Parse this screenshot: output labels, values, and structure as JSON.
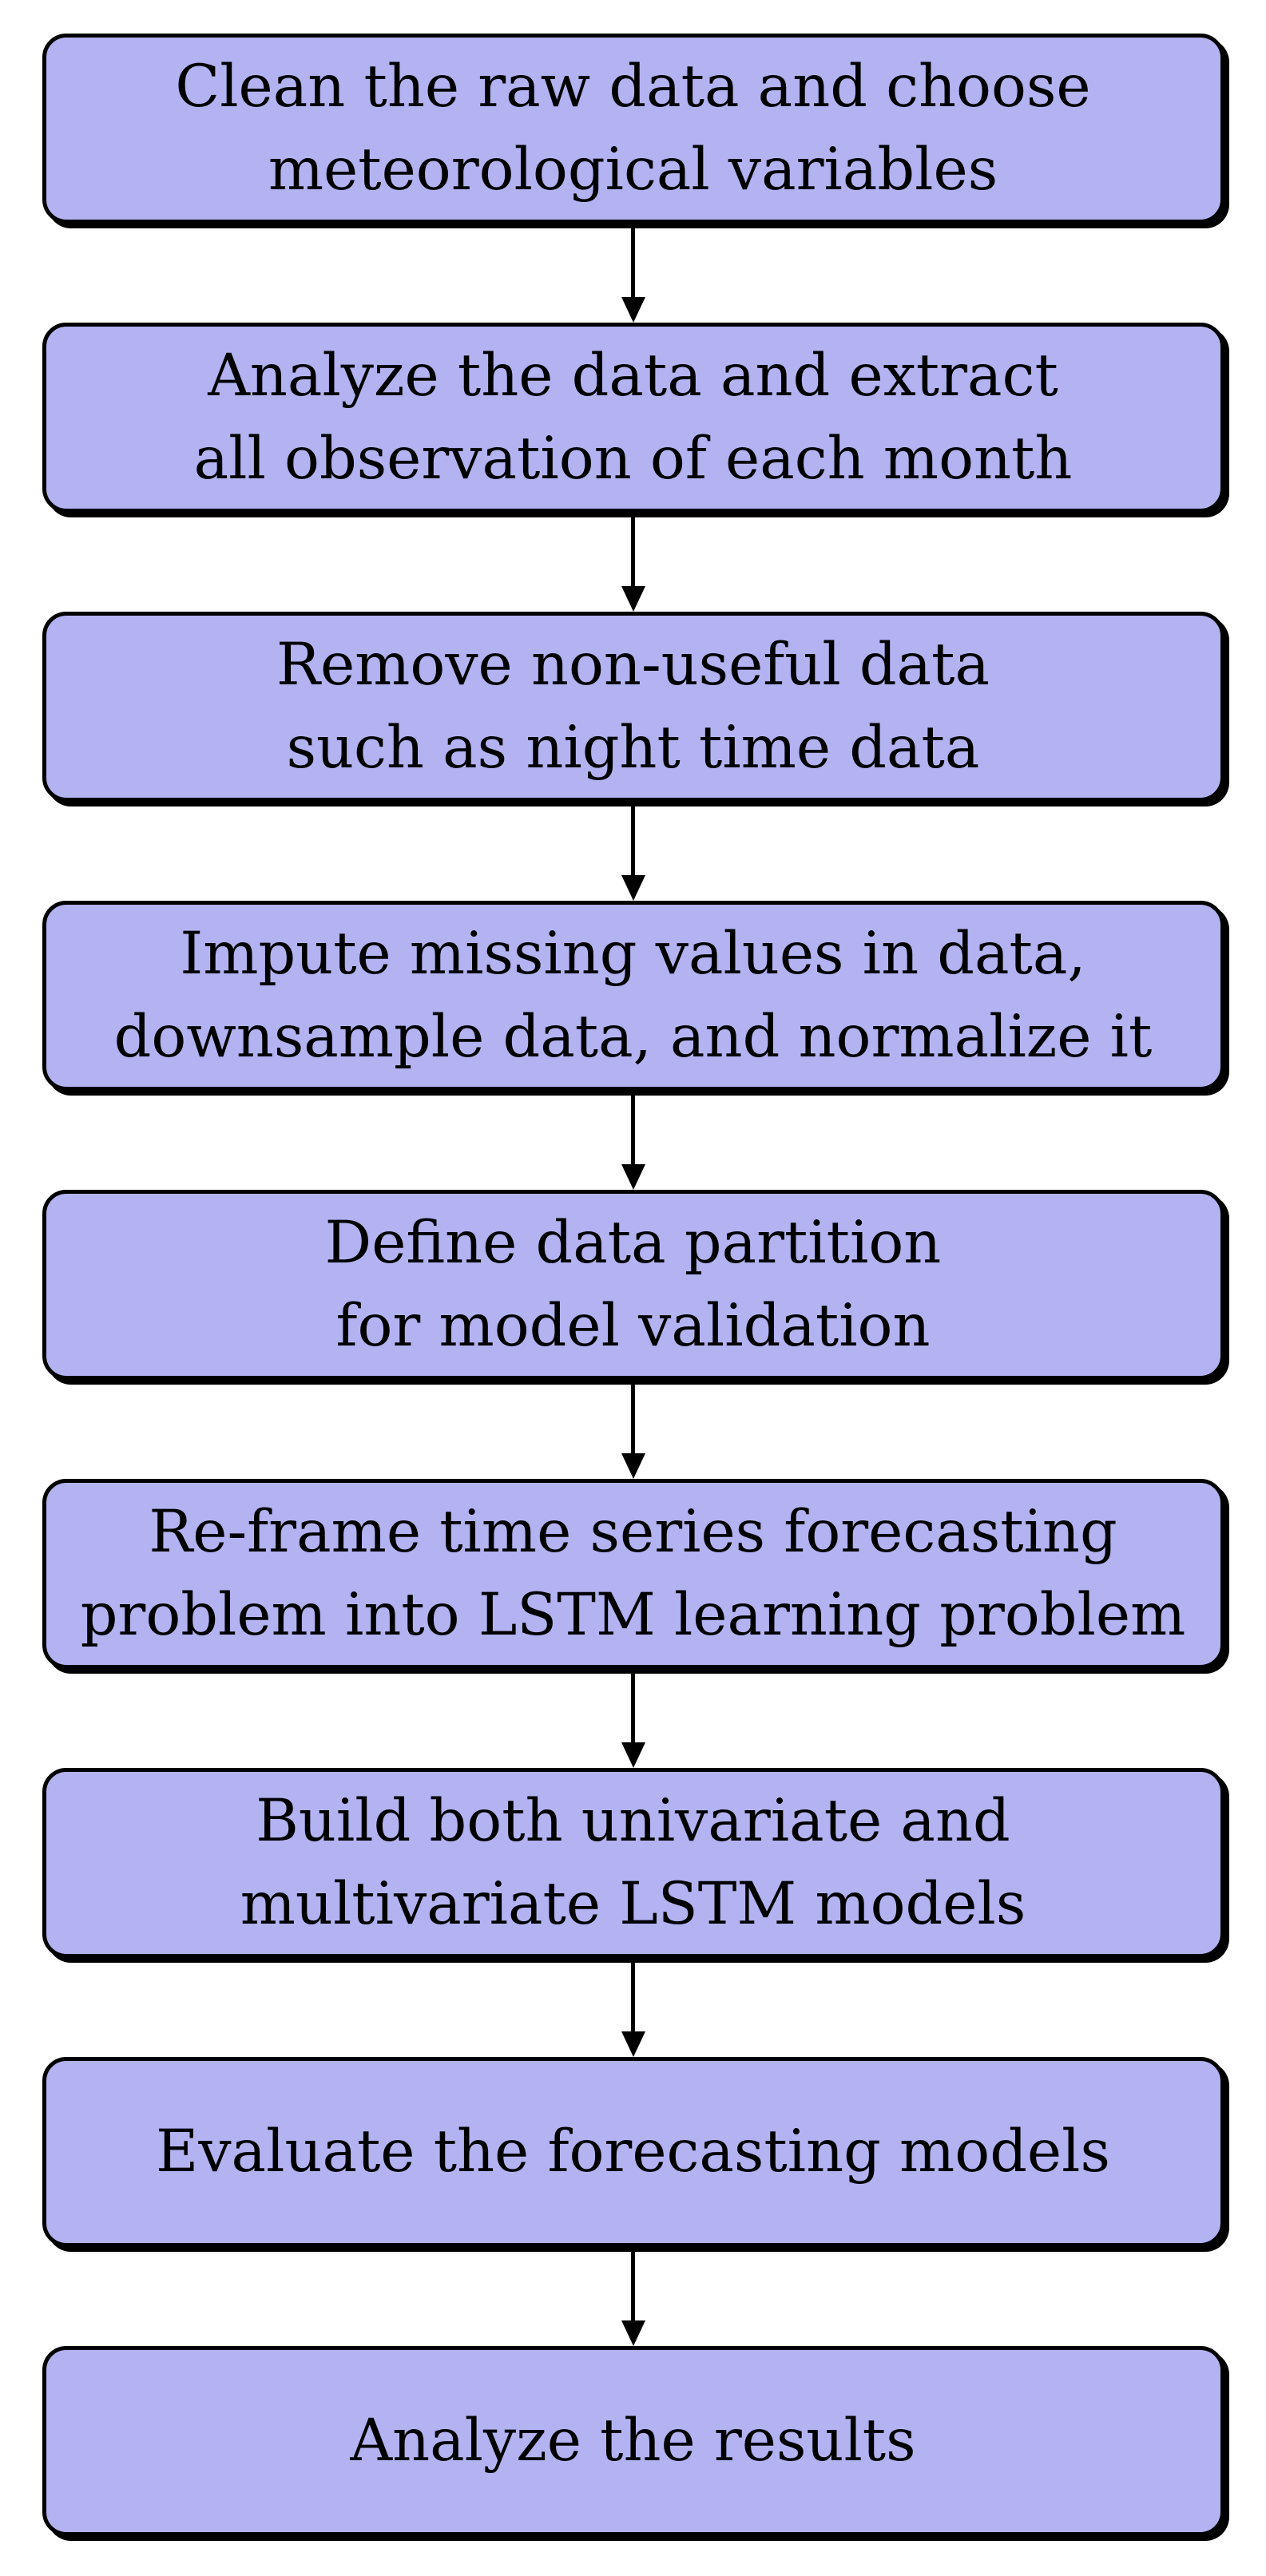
{
  "flowchart": {
    "style": {
      "node_fill": "#b3b3f2",
      "node_border": "#000000",
      "arrow_color": "#000000",
      "background": "#ffffff"
    },
    "nodes": [
      {
        "label": "Clean the raw data and choose\nmeteorological variables"
      },
      {
        "label": "Analyze the data and extract\nall observation of each month"
      },
      {
        "label": "Remove non-useful data\nsuch as night time data"
      },
      {
        "label": "Impute missing values in data,\ndownsample data, and normalize it"
      },
      {
        "label": "Define data partition\nfor model validation"
      },
      {
        "label": "Re-frame time series forecasting\nproblem into LSTM learning problem"
      },
      {
        "label": "Build both univariate and\nmultivariate LSTM models"
      },
      {
        "label": "Evaluate the forecasting models"
      },
      {
        "label": "Analyze the results"
      }
    ]
  }
}
